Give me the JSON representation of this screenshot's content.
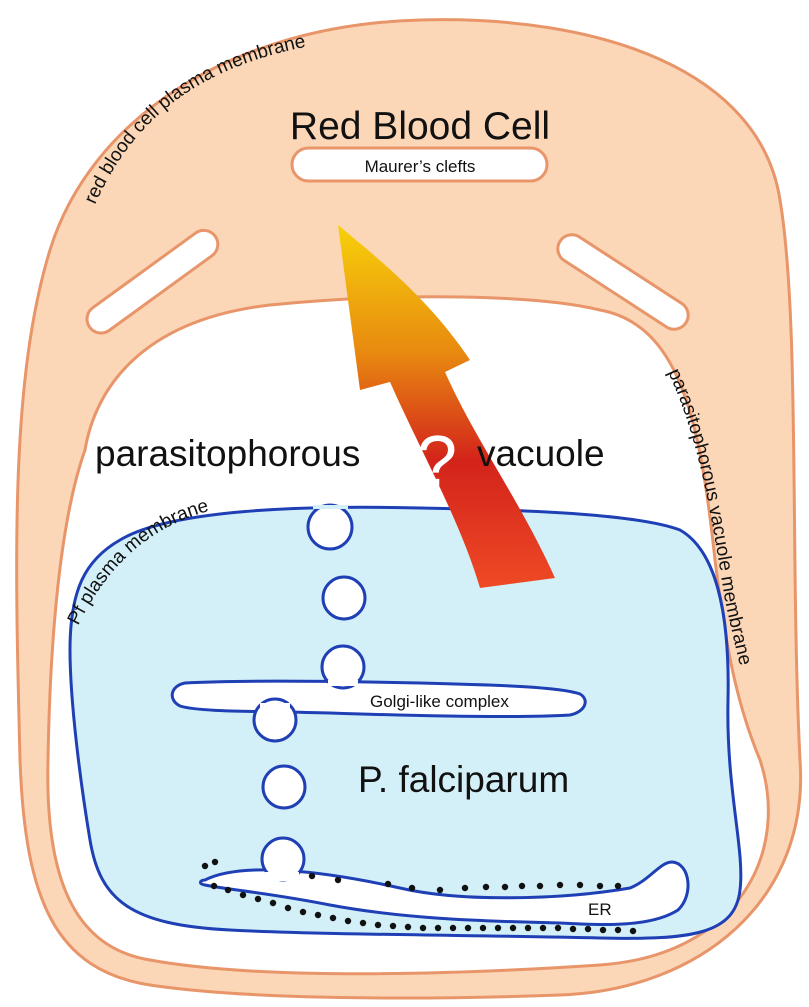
{
  "labels": {
    "rbc_title": "Red Blood Cell",
    "maurers_clefts": "Maurer’s clefts",
    "rbc_membrane": "red blood cell plasma  membrane",
    "pv_title_left": "parasitophorous",
    "pv_title_right": "vacuole",
    "question": "?",
    "pv_membrane": "parasitophorous vacuole membrane",
    "pf_membrane": "Pf plasma membrane",
    "golgi": "Golgi-like complex",
    "parasite": "P. falciparum",
    "er": "ER"
  },
  "colors": {
    "rbc_fill": "#fbd7b8",
    "rbc_stroke": "#e8956a",
    "parasite_fill": "#d3f0f9",
    "parasite_stroke": "#1f3fb5",
    "arrow_top": "#f7d10a",
    "arrow_mid": "#d3231b",
    "arrow_bottom": "#ee4a25"
  }
}
